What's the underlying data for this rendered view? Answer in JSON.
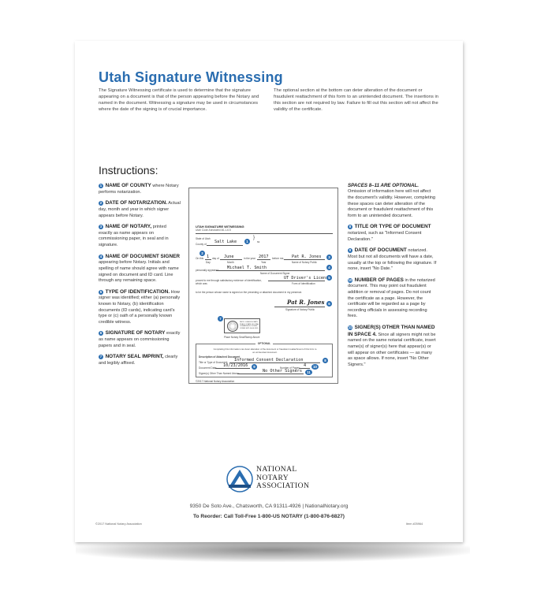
{
  "title": "Utah Signature Witnessing",
  "intro": {
    "left": "The Signature Witnessing certificate is used to determine that the signature appearing on a document is that of the person appearing before the Notary and named in the document. Witnessing a signature may be used in circumstances where the date of the signing is of crucial importance.",
    "right": "The optional section at the bottom can deter alteration of the document or fraudulent reattachment of this form to an unintended document. The insertions in this section are not required by law. Failure to fill out this section will not affect the validity of the certificate."
  },
  "instructions_heading": "Instructions:",
  "instructions": [
    {
      "num": "1",
      "head": "NAME OF COUNTY",
      "body": "where Notary performs notarization."
    },
    {
      "num": "2",
      "head": "DATE OF NOTARIZATION.",
      "body": "Actual day, month and year in which signer appears before Notary."
    },
    {
      "num": "3",
      "head": "NAME OF NOTARY,",
      "body": "printed exactly as name appears on commissioning paper, in seal and in signature."
    },
    {
      "num": "4",
      "head": "NAME OF DOCUMENT SIGNER",
      "body": "appearing before Notary. Initials and spelling of name should agree with name signed on document and ID card. Line through any remaining space."
    },
    {
      "num": "5",
      "head": "TYPE OF IDENTIFICATION.",
      "body": "How signer was identified; either (a) personally known to Notary, (b) identification documents (ID cards), indicating card's type or (c) oath of a personally known credible witness."
    },
    {
      "num": "6",
      "head": "SIGNATURE OF NOTARY",
      "body": "exactly as name appears on commissioning papers and in seal."
    },
    {
      "num": "7",
      "head": "NOTARY SEAL IMPRINT,",
      "body": "clearly and legibly affixed."
    }
  ],
  "optional_heading": "SPACES 8–11 ARE OPTIONAL.",
  "optional_intro": "Omission of information here will not affect the document's validity. However, completing these spaces can deter alteration of the document or fraudulent reattachment of this form to an unintended document.",
  "optional_items": [
    {
      "num": "8",
      "head": "TITLE OR TYPE OF DOCUMENT",
      "body": "notarized, such as \"Informed Consent Declaration.\""
    },
    {
      "num": "9",
      "head": "DATE OF DOCUMENT",
      "body": "notarized. Most but not all documents will have a date, usually at the top or following the signature. If none, insert \"No Date.\""
    },
    {
      "num": "10",
      "head": "NUMBER OF PAGES",
      "body": "in the notarized document. This may point out fraudulent addition or removal of pages. Do not count the certificate as a page. However, the certificate will be regarded as a page by recording officials in assessing recording fees."
    },
    {
      "num": "11",
      "head": "SIGNER(S) OTHER THAN NAMED IN SPACE 4.",
      "body": "Since all signers might not be named on the same notarial certificate, insert name(s) of signer(s) here that appear(s) or will appear on other certificates — as many as space allows. If none, insert \"No Other Signers.\""
    }
  ],
  "form": {
    "title": "UTAH SIGNATURE WITNESSING",
    "subtitle": "Utah Code Annotated 46-1-6.5",
    "state_label": "State of Utah",
    "county_label": "County of",
    "county": "Salt Lake",
    "ss": "ss",
    "on_label": "On this",
    "day": "1",
    "day_of_label": "day of",
    "month": "June",
    "year_label": "in the year",
    "year": "2017",
    "before_me_label": "before me,",
    "notary_name": "Pat R. Jones",
    "notary_caption": "Name of Notary Public",
    "day_caption": "Day",
    "month_caption": "Month",
    "year_caption": "Year",
    "personally_label": "personally appeared",
    "signer_name": "Michael T. Smith",
    "signer_caption": "Name of Document Signer",
    "proved_label": "proved to me through satisfactory evidence of identification, which was",
    "id_type": "UT Driver's License",
    "id_caption": "Form of Identification",
    "person_label": "to be the person whose name is signed on the preceding or attached document in my presence.",
    "notary_signature": "Pat R. Jones",
    "sig_caption": "Signature of Notary Public",
    "seal_text": "PAT R. JONES NOTARY PUBLIC STATE OF UTAH COMMISSION #123456 COMM. EXP. 00-00-2020",
    "seal_caption": "Place Notary Seal/Stamp Above",
    "optional_label": "OPTIONAL",
    "optional_note": "Completing this information can deter alteration of the document or fraudulent reattachment of this form to an unintended document.",
    "desc_label": "Description of Attached Document",
    "title_label": "Title or Type of Document:",
    "doc_title": "Informed Consent Declaration",
    "date_label": "Document Date:",
    "doc_date": "10/23/2016",
    "pages_label": "Number of Pages:",
    "pages": "4",
    "other_label": "Signer(s) Other Than Named Above:",
    "other_signers": "No Other Signers",
    "copyright": "©2017 National Notary Association"
  },
  "logo_text": [
    "NATIONAL",
    "NOTARY",
    "ASSOCIATION"
  ],
  "address": "9350 De Soto Ave., Chatsworth, CA 91311-4926 | NationalNotary.org",
  "reorder": "To Reorder: Call Toll-Free 1-800-US NOTARY (1-800-876-6827)",
  "copyright": "©2017 National Notary Association",
  "item_number": "Item #25964",
  "colors": {
    "accent": "#2a6db0"
  }
}
